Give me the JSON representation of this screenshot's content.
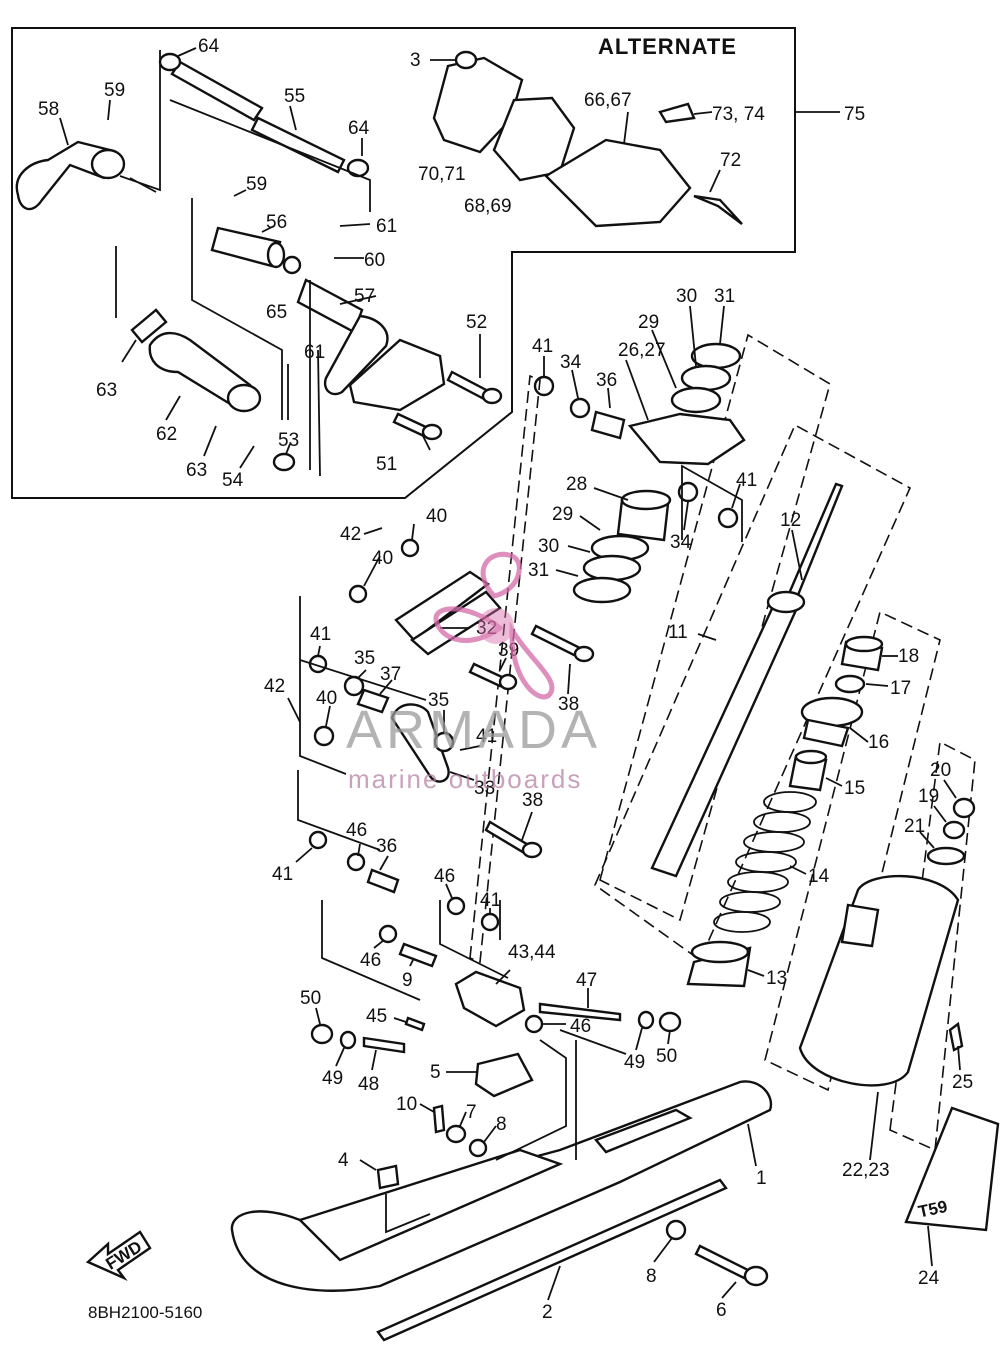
{
  "diagram": {
    "alternate_title": "ALTERNATE",
    "drawing_code": "8BH2100-5160",
    "fwd_label": "FWD",
    "decal_text": "T59",
    "watermark": {
      "brand": "ARMADA",
      "tagline": "marine outboards"
    },
    "callouts": [
      "64",
      "59",
      "58",
      "55",
      "64",
      "59",
      "61",
      "56",
      "60",
      "65",
      "57",
      "61",
      "63",
      "62",
      "63",
      "54",
      "53",
      "52",
      "51",
      "3",
      "70,71",
      "68,69",
      "66,67",
      "73, 74",
      "75",
      "72",
      "41",
      "34",
      "36",
      "26,27",
      "29",
      "30",
      "31",
      "41",
      "34",
      "28",
      "29",
      "30",
      "31",
      "12",
      "11",
      "42",
      "40",
      "40",
      "41",
      "32",
      "39",
      "38",
      "35",
      "37",
      "42",
      "40",
      "35",
      "41",
      "33",
      "38",
      "41",
      "46",
      "36",
      "46",
      "41",
      "46",
      "9",
      "43,44",
      "47",
      "45",
      "46",
      "50",
      "49",
      "48",
      "49",
      "50",
      "18",
      "17",
      "16",
      "15",
      "14",
      "13",
      "20",
      "19",
      "21",
      "25",
      "22,23",
      "24",
      "5",
      "10",
      "7",
      "8",
      "4",
      "1",
      "8",
      "6",
      "2"
    ]
  }
}
